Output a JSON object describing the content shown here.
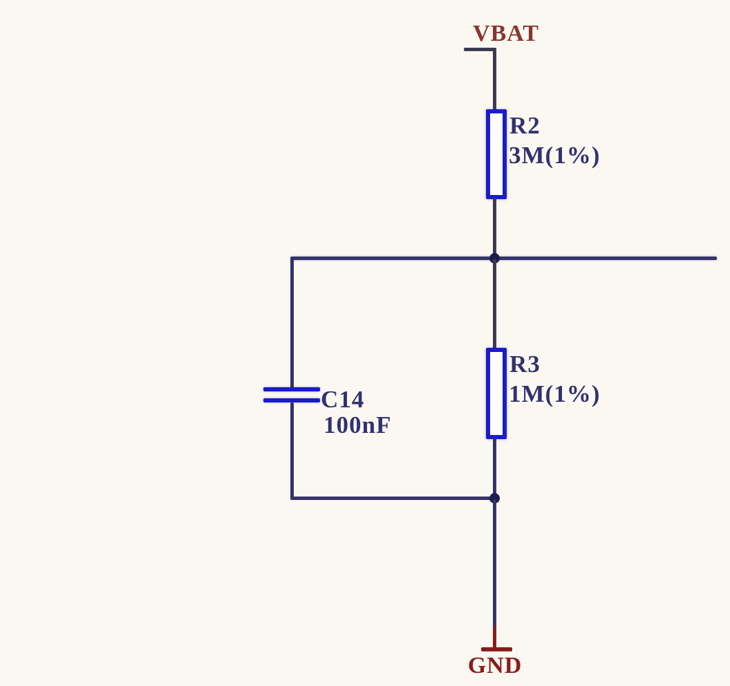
{
  "colors": {
    "background": "#fbf8f2",
    "wire": "#34346a",
    "wire_dark": "#3b3b52",
    "dot": "#1d1d4e",
    "component": "#1c1cc6",
    "label": "#32326e",
    "power": "#8b3431",
    "ground": "#8b1c1c"
  },
  "nets": {
    "power_label": "VBAT",
    "ground_label": "GND"
  },
  "components": [
    {
      "ref": "R2",
      "value": "3M(1%)",
      "type": "resistor"
    },
    {
      "ref": "R3",
      "value": "1M(1%)",
      "type": "resistor"
    },
    {
      "ref": "C14",
      "value": "100nF",
      "type": "capacitor"
    }
  ]
}
